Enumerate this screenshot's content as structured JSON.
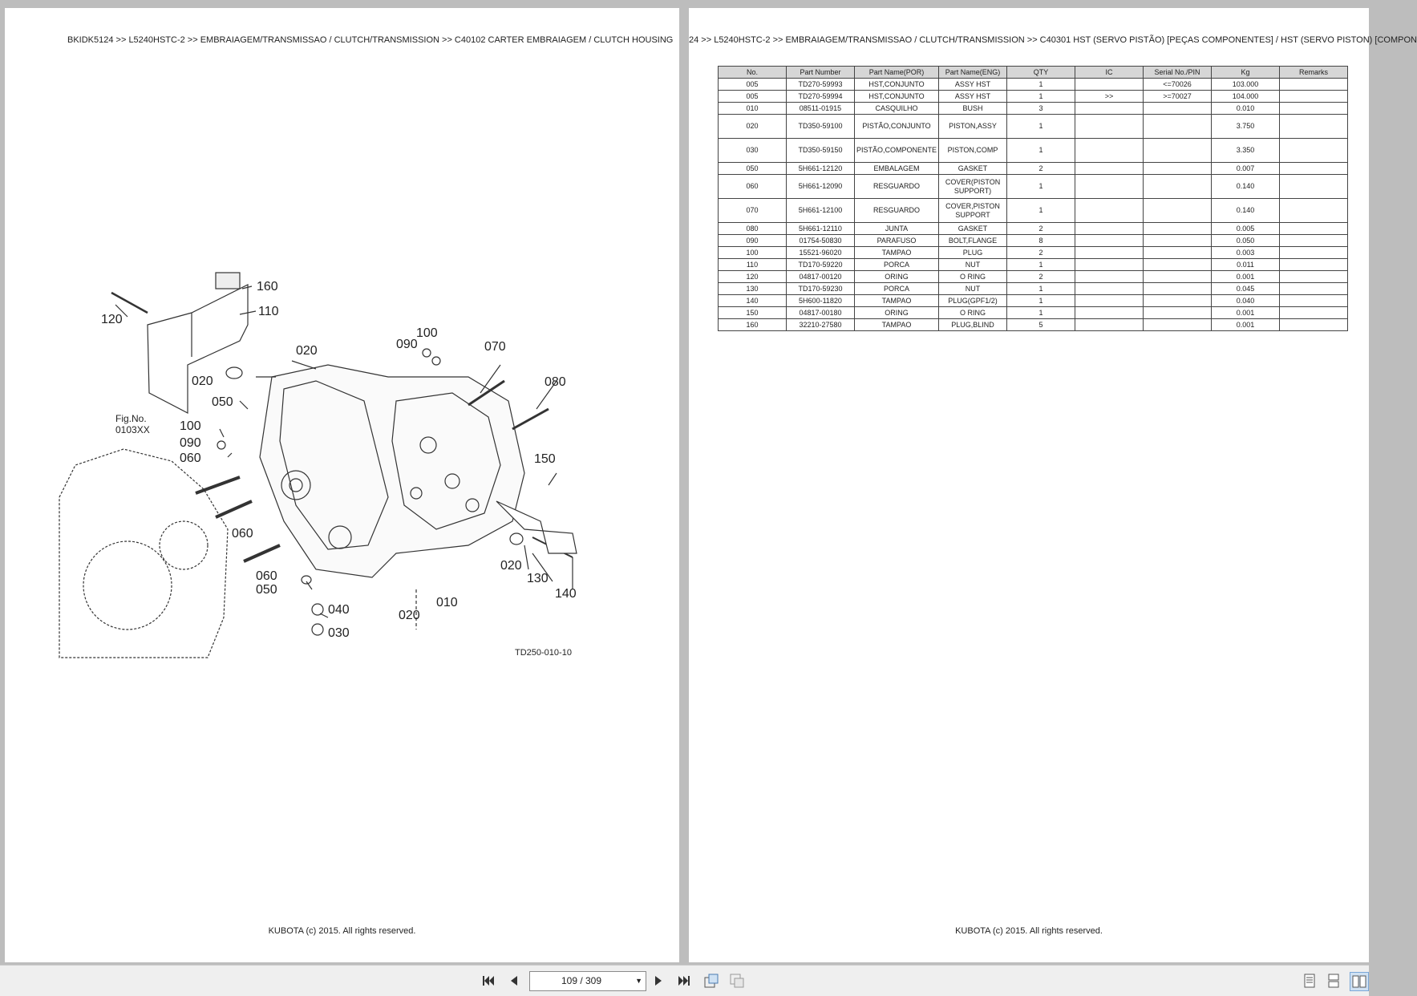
{
  "left_page": {
    "breadcrumb": "BKIDK5124 >> L5240HSTC-2 >> EMBRAIAGEM/TRANSMISSAO / CLUTCH/TRANSMISSION >> C40102   CARTER EMBRAIAGEM / CLUTCH HOUSING",
    "footer": "KUBOTA (c) 2015. All rights reserved.",
    "diagram": {
      "callouts": [
        "160",
        "110",
        "120",
        "020",
        "100",
        "090",
        "070",
        "080",
        "020",
        "050",
        "100",
        "090",
        "060",
        "060",
        "060",
        "050",
        "150",
        "020",
        "130",
        "140",
        "010",
        "020",
        "040",
        "030"
      ],
      "figure_ref_label": "Fig.No.",
      "figure_ref_code": "0103XX",
      "drawing_id": "TD250-010-10"
    }
  },
  "right_page": {
    "breadcrumb": "24 >> L5240HSTC-2 >> EMBRAIAGEM/TRANSMISSAO / CLUTCH/TRANSMISSION >> C40301   HST (SERVO PISTÃO) [PEÇAS COMPONENTES] / HST (SERVO PISTON) [COMPON",
    "footer": "KUBOTA (c) 2015. All rights reserved.",
    "table": {
      "headers": [
        "No.",
        "Part Number",
        "Part Name(POR)",
        "Part Name(ENG)",
        "QTY",
        "IC",
        "Serial No./PIN",
        "Kg",
        "Remarks"
      ],
      "rows": [
        [
          "005",
          "TD270-59993",
          "HST,CONJUNTO",
          "ASSY HST",
          "1",
          "",
          "<=70026",
          "103.000",
          ""
        ],
        [
          "005",
          "TD270-59994",
          "HST,CONJUNTO",
          "ASSY HST",
          "1",
          ">>",
          ">=70027",
          "104.000",
          ""
        ],
        [
          "010",
          "08511-01915",
          "CASQUILHO",
          "BUSH",
          "3",
          "",
          "",
          "0.010",
          ""
        ],
        [
          "020",
          "TD350-59100",
          "PISTÃO,CONJUNTO",
          "PISTON,ASSY",
          "1",
          "",
          "",
          "3.750",
          ""
        ],
        [
          "030",
          "TD350-59150",
          "PISTÃO,COMPONENTE",
          "PISTON,COMP",
          "1",
          "",
          "",
          "3.350",
          ""
        ],
        [
          "050",
          "5H661-12120",
          "EMBALAGEM",
          "GASKET",
          "2",
          "",
          "",
          "0.007",
          ""
        ],
        [
          "060",
          "5H661-12090",
          "RESGUARDO",
          "COVER(PISTON SUPPORT)",
          "1",
          "",
          "",
          "0.140",
          ""
        ],
        [
          "070",
          "5H661-12100",
          "RESGUARDO",
          "COVER,PISTON SUPPORT",
          "1",
          "",
          "",
          "0.140",
          ""
        ],
        [
          "080",
          "5H661-12110",
          "JUNTA",
          "GASKET",
          "2",
          "",
          "",
          "0.005",
          ""
        ],
        [
          "090",
          "01754-50830",
          "PARAFUSO",
          "BOLT,FLANGE",
          "8",
          "",
          "",
          "0.050",
          ""
        ],
        [
          "100",
          "15521-96020",
          "TAMPAO",
          "PLUG",
          "2",
          "",
          "",
          "0.003",
          ""
        ],
        [
          "110",
          "TD170-59220",
          "PORCA",
          "NUT",
          "1",
          "",
          "",
          "0.011",
          ""
        ],
        [
          "120",
          "04817-00120",
          "ORING",
          "O RING",
          "2",
          "",
          "",
          "0.001",
          ""
        ],
        [
          "130",
          "TD170-59230",
          "PORCA",
          "NUT",
          "1",
          "",
          "",
          "0.045",
          ""
        ],
        [
          "140",
          "5H600-11820",
          "TAMPAO",
          "PLUG(GPF1/2)",
          "1",
          "",
          "",
          "0.040",
          ""
        ],
        [
          "150",
          "04817-00180",
          "ORING",
          "O RING",
          "1",
          "",
          "",
          "0.001",
          ""
        ],
        [
          "160",
          "32210-27580",
          "TAMPAO",
          "PLUG,BLIND",
          "5",
          "",
          "",
          "0.001",
          ""
        ]
      ]
    }
  },
  "toolbar": {
    "page_indicator": "109 / 309",
    "icons": [
      "first-page-icon",
      "previous-page-icon",
      "next-page-icon",
      "last-page-icon",
      "rotate-icon",
      "fit-page-icon",
      "single-page-view-icon",
      "continuous-view-icon",
      "two-page-view-icon"
    ]
  }
}
